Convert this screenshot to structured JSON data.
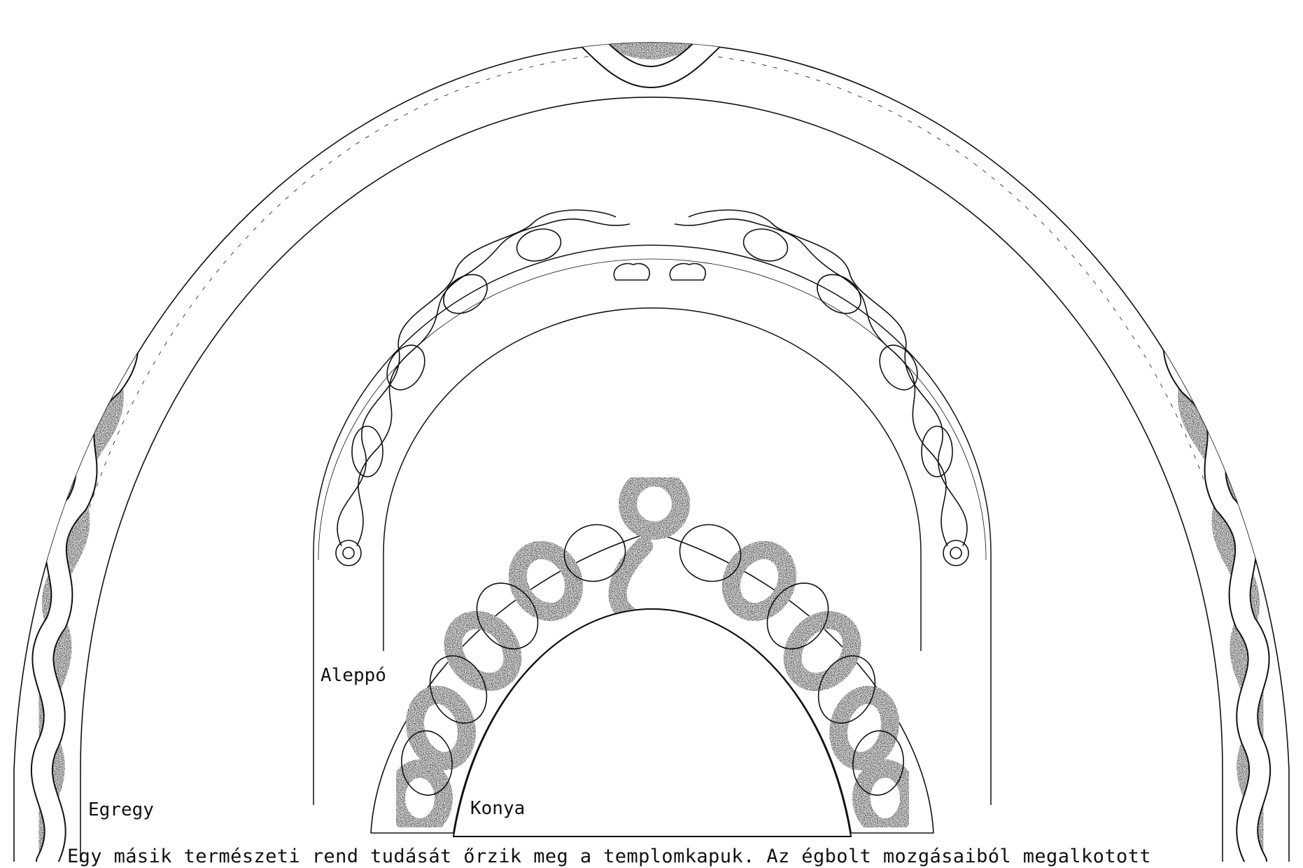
{
  "labels": {
    "egregy": "Egregy",
    "aleppo": "Aleppó",
    "konya": "Konya"
  },
  "caption": "Egy másik természeti rend tudását őrzik meg a templomkapuk. Az égbolt mozgásaiból megalkotott",
  "colors": {
    "ink": "#111111",
    "paper": "#ffffff"
  }
}
